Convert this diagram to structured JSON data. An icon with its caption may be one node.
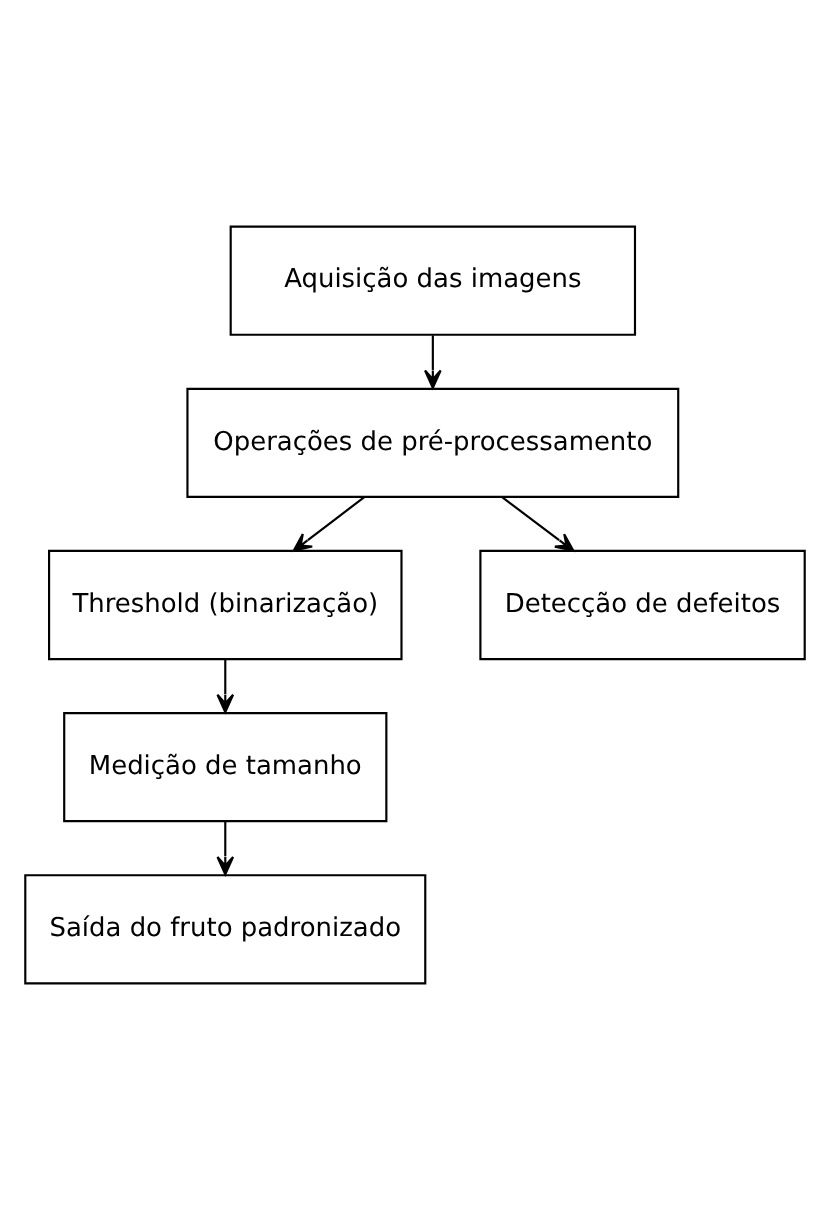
{
  "diagram": {
    "nodes": [
      {
        "text": [
          "Aquisição das imagens"
        ]
      },
      {
        "text": [
          "Operações de pré-processamento"
        ]
      },
      {
        "text": [
          "Threshold (binarização)"
        ]
      },
      {
        "text": [
          "Detecção de defeitos"
        ]
      },
      {
        "text": [
          "Medição de tamanho"
        ]
      },
      {
        "text": [
          "Saída do fruto padronizado"
        ]
      }
    ],
    "edges": [
      {
        "from": 0,
        "to": 1,
        "arrow": "to"
      },
      {
        "from": 1,
        "to": 2,
        "arrow": "to"
      },
      {
        "from": 1,
        "to": 3,
        "arrow": "to"
      },
      {
        "from": 2,
        "to": 4,
        "arrow": "to"
      },
      {
        "from": 4,
        "to": 5,
        "arrow": "to"
      }
    ]
  }
}
